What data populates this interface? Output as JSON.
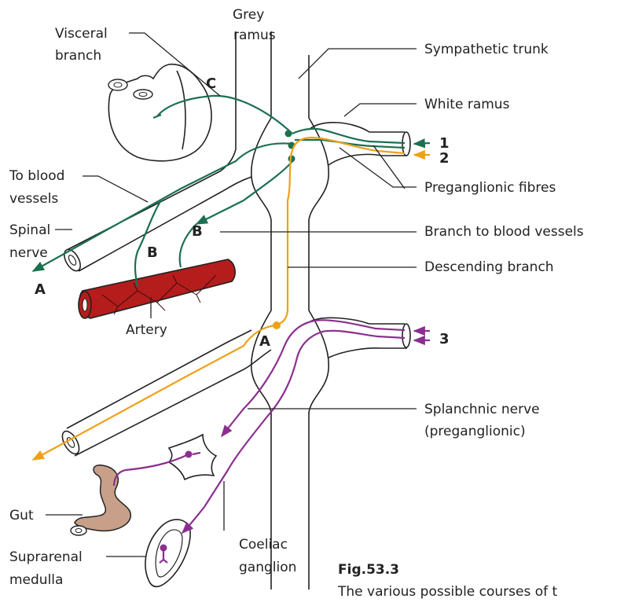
{
  "colors": {
    "green": "#1c7050",
    "orange": "#f0a018",
    "purple": "#8a2f8f",
    "artery": "#b51c1c",
    "gut": "#c8a08a"
  },
  "labels": {
    "grey_ramus_line1": "Grey",
    "grey_ramus_line2": "ramus",
    "visceral_line1": "Visceral",
    "visceral_line2": "branch",
    "sympathetic_trunk": "Sympathetic trunk",
    "white_ramus": "White ramus",
    "preganglionic_fibres": "Preganglionic fibres",
    "to_blood_line1": "To blood",
    "to_blood_line2": "vessels",
    "spinal_line1": "Spinal",
    "spinal_line2": "nerve",
    "branch_to_blood_vessels": "Branch to blood vessels",
    "descending_branch": "Descending branch",
    "artery": "Artery",
    "splanchnic_line1": "Splanchnic nerve",
    "splanchnic_line2": "(preganglionic)",
    "gut": "Gut",
    "coeliac_line1": "Coeliac",
    "coeliac_line2": "ganglion",
    "suprarenal_line1": "Suprarenal",
    "suprarenal_line2": "medulla"
  },
  "pathway_letters": {
    "c": "C",
    "a_upper": "A",
    "b_left": "B",
    "b_right": "B",
    "a_lower": "A"
  },
  "fibre_numbers": {
    "one": "1",
    "two": "2",
    "three": "3"
  },
  "caption": {
    "title": "Fig.53.3",
    "text": "The various possible courses of t"
  }
}
